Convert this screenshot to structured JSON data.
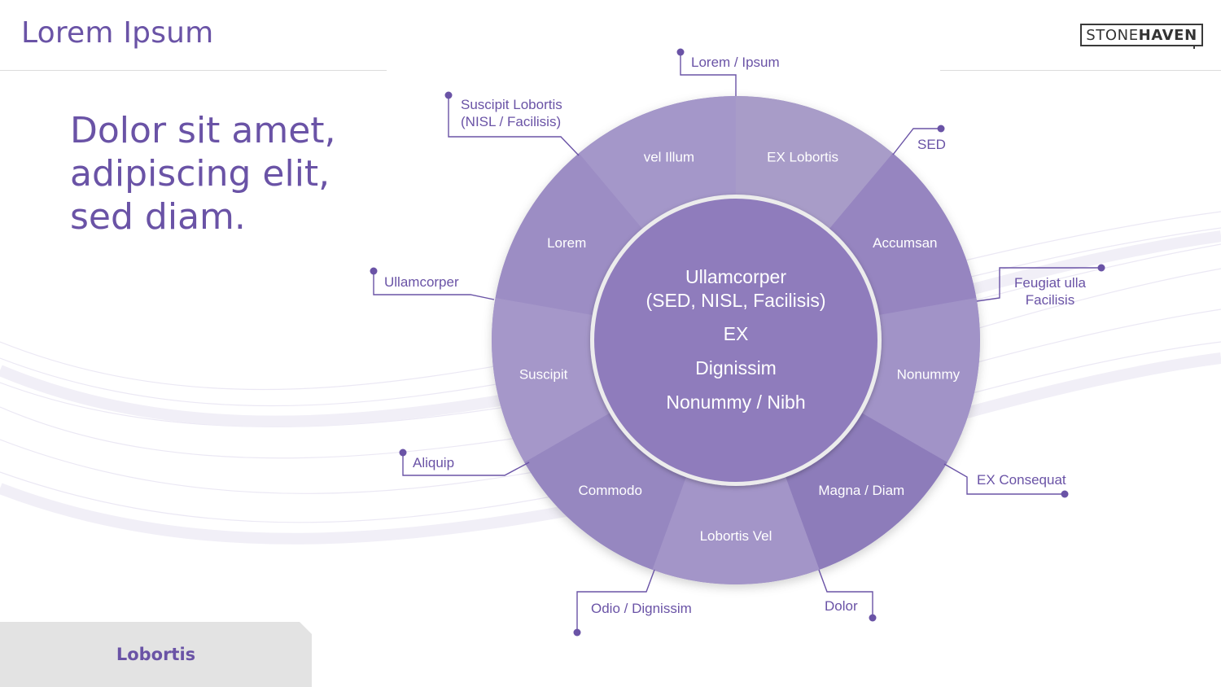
{
  "header": {
    "title": "Lorem Ipsum",
    "logo_light": "STONE",
    "logo_bold": "HAVEN"
  },
  "headline": {
    "lines": [
      "Dolor sit amet,",
      "adipiscing elit,",
      "sed diam."
    ]
  },
  "footer_tab": {
    "label": "Lobortis"
  },
  "wheel": {
    "center_lines": [
      "Ullamcorper",
      "(SED, NISL, Facilisis)",
      "EX",
      "Dignissim",
      "Nonummy / Nibh"
    ],
    "segments": [
      {
        "label": "EX Lobortis",
        "shade": "#a89cc8"
      },
      {
        "label": "Accumsan",
        "shade": "#9685c0"
      },
      {
        "label": "Nonummy",
        "shade": "#a193c7"
      },
      {
        "label": "Magna / Diam",
        "shade": "#8d7cba"
      },
      {
        "label": "Lobortis Vel",
        "shade": "#a395c8"
      },
      {
        "label": "Commodo",
        "shade": "#9687c0"
      },
      {
        "label": "Suscipit",
        "shade": "#a597c9"
      },
      {
        "label": "Lorem",
        "shade": "#9c8dc4"
      },
      {
        "label": "vel Illum",
        "shade": "#a497c9"
      }
    ],
    "callouts": [
      {
        "lines": [
          "Lorem / Ipsum"
        ]
      },
      {
        "lines": [
          "SED"
        ]
      },
      {
        "lines": [
          "Feugiat ulla",
          "Facilisis"
        ]
      },
      {
        "lines": [
          "EX Consequat"
        ]
      },
      {
        "lines": [
          "Dolor"
        ]
      },
      {
        "lines": [
          "Odio / Dignissim"
        ]
      },
      {
        "lines": [
          "Aliquip"
        ]
      },
      {
        "lines": [
          "Ullamcorper"
        ]
      },
      {
        "lines": [
          "Suscipit Lobortis",
          "(NISL / Facilisis)"
        ]
      }
    ]
  },
  "colors": {
    "accent": "#6a53a6",
    "center_fill": "#8f7cbc",
    "callout_line": "#6a53a6",
    "tab_bg": "#e3e3e3"
  }
}
